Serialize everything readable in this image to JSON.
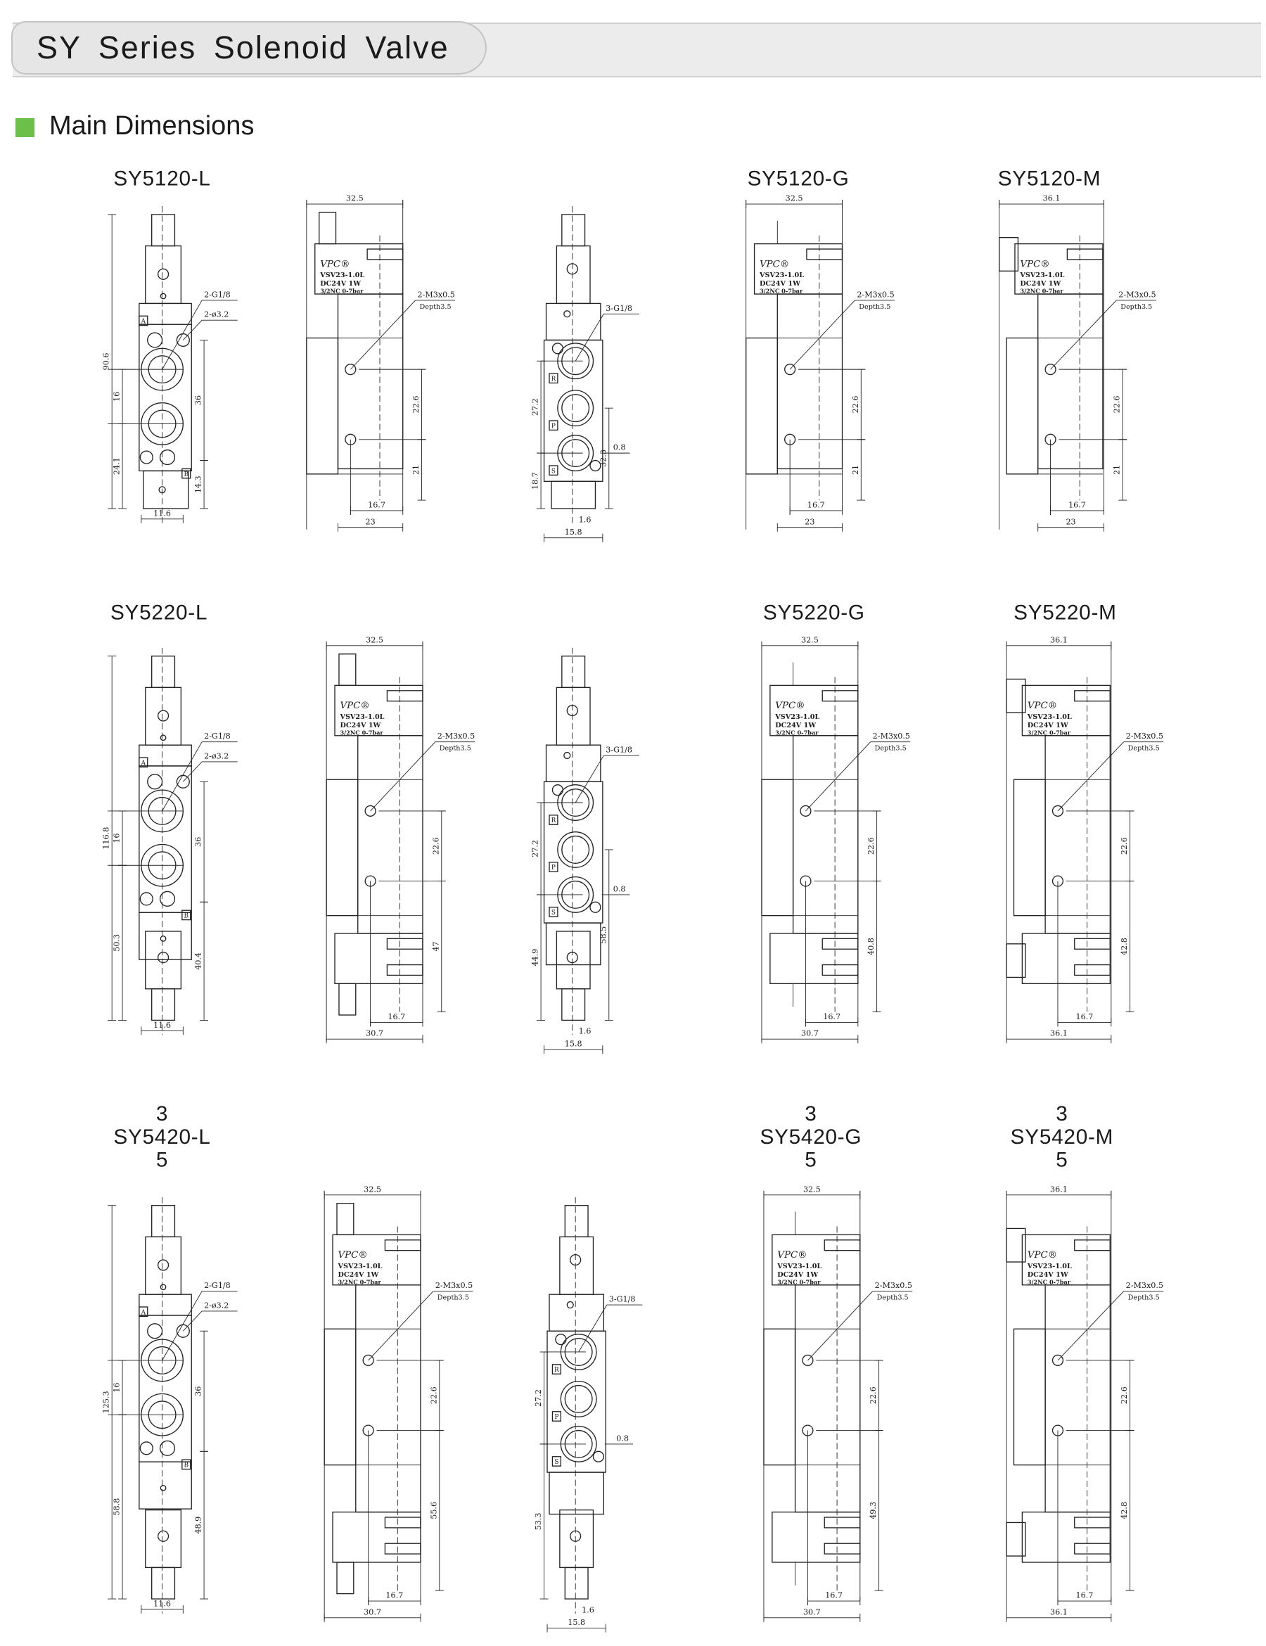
{
  "header": {
    "title": "SY Series Solenoid Valve"
  },
  "section": {
    "title": "Main Dimensions",
    "marker_color": "#6cc04a"
  },
  "coil_label": {
    "brand": "VPC®",
    "model": "VSV23-1.0L",
    "rating": "DC24V   1W",
    "spec": "3/2NC 0-7bar"
  },
  "rows": [
    {
      "models": [
        {
          "name": "SY5120-L"
        },
        {
          "name": "SY5120-G"
        },
        {
          "name": "SY5120-M"
        }
      ],
      "front": {
        "total": "90.6",
        "port_pitch": "16",
        "mount_pitch": "36",
        "lower_left": "24.1",
        "lower_right": "14.3",
        "width": "11.6",
        "port_callout": "2-G1/8",
        "hole_callout": "2-ø3.2",
        "mark_a": "A",
        "mark_b": "B"
      },
      "back": {
        "port_callout": "3-G1/8",
        "upper": "27.2",
        "lower_left": "18.7",
        "lower_right": "32.3",
        "offset_a": "0.8",
        "offset_b": "1.6",
        "width": "15.8",
        "mark_r": "R",
        "mark_p": "P",
        "mark_s": "S"
      },
      "sides": [
        {
          "variant": "L",
          "top_width": "32.5",
          "hole_pitch": "22.6",
          "lower": "21",
          "hole_offset": "16.7",
          "bottom_width": "23",
          "callout": "2-M3x0.5",
          "depth": "Depth3.5"
        },
        {
          "variant": "G",
          "top_width": "32.5",
          "hole_pitch": "22.6",
          "lower": "21",
          "hole_offset": "16.7",
          "bottom_width": "23",
          "callout": "2-M3x0.5",
          "depth": "Depth3.5"
        },
        {
          "variant": "M",
          "top_width": "36.1",
          "hole_pitch": "22.6",
          "lower": "21",
          "hole_offset": "16.7",
          "bottom_width": "23",
          "callout": "2-M3x0.5",
          "depth": "Depth3.5"
        }
      ]
    },
    {
      "models": [
        {
          "name": "SY5220-L"
        },
        {
          "name": "SY5220-G"
        },
        {
          "name": "SY5220-M"
        }
      ],
      "front": {
        "total": "116.8",
        "port_pitch": "16",
        "mount_pitch": "36",
        "lower_left": "50.3",
        "lower_right": "40.4",
        "width": "11.6",
        "port_callout": "2-G1/8",
        "hole_callout": "2-ø3.2",
        "mark_a": "A",
        "mark_b": "B"
      },
      "back": {
        "port_callout": "3-G1/8",
        "upper": "27.2",
        "lower_left": "44.9",
        "lower_right": "58.5",
        "offset_a": "0.8",
        "offset_b": "1.6",
        "width": "15.8",
        "mark_r": "R",
        "mark_p": "P",
        "mark_s": "S"
      },
      "sides": [
        {
          "variant": "L",
          "top_width": "32.5",
          "hole_pitch": "22.6",
          "lower": "47",
          "hole_offset": "16.7",
          "bottom_width": "30.7",
          "callout": "2-M3x0.5",
          "depth": "Depth3.5"
        },
        {
          "variant": "G",
          "top_width": "32.5",
          "hole_pitch": "22.6",
          "lower": "40.8",
          "hole_offset": "16.7",
          "bottom_width": "30.7",
          "callout": "2-M3x0.5",
          "depth": "Depth3.5"
        },
        {
          "variant": "M",
          "top_width": "36.1",
          "hole_pitch": "22.6",
          "lower": "42.8",
          "hole_offset": "16.7",
          "bottom_width": "36.1",
          "callout": "2-M3x0.5",
          "depth": "Depth3.5"
        }
      ]
    },
    {
      "models": [
        {
          "sup": "3",
          "name": "SY5420-L",
          "sub": "5"
        },
        {
          "sup": "3",
          "name": "SY5420-G",
          "sub": "5"
        },
        {
          "sup": "3",
          "name": "SY5420-M",
          "sub": "5"
        }
      ],
      "front": {
        "total": "125.3",
        "port_pitch": "16",
        "mount_pitch": "36",
        "lower_left": "58.8",
        "lower_right": "48.9",
        "width": "11.6",
        "port_callout": "2-G1/8",
        "hole_callout": "2-ø3.2",
        "mark_a": "A",
        "mark_b": "B"
      },
      "back": {
        "port_callout": "3-G1/8",
        "upper": "27.2",
        "lower_left": "53.3",
        "offset_a": "0.8",
        "offset_b": "1.6",
        "width": "15.8",
        "mark_r": "R",
        "mark_p": "P",
        "mark_s": "S"
      },
      "sides": [
        {
          "variant": "L",
          "top_width": "32.5",
          "hole_pitch": "22.6",
          "lower": "55.6",
          "hole_offset": "16.7",
          "bottom_width": "30.7",
          "callout": "2-M3x0.5",
          "depth": "Depth3.5"
        },
        {
          "variant": "G",
          "top_width": "32.5",
          "hole_pitch": "22.6",
          "lower": "49.3",
          "hole_offset": "16.7",
          "bottom_width": "30.7",
          "callout": "2-M3x0.5",
          "depth": "Depth3.5"
        },
        {
          "variant": "M",
          "top_width": "36.1",
          "hole_pitch": "22.6",
          "lower": "42.8",
          "hole_offset": "16.7",
          "bottom_width": "36.1",
          "callout": "2-M3x0.5",
          "depth": "Depth3.5"
        }
      ]
    }
  ]
}
